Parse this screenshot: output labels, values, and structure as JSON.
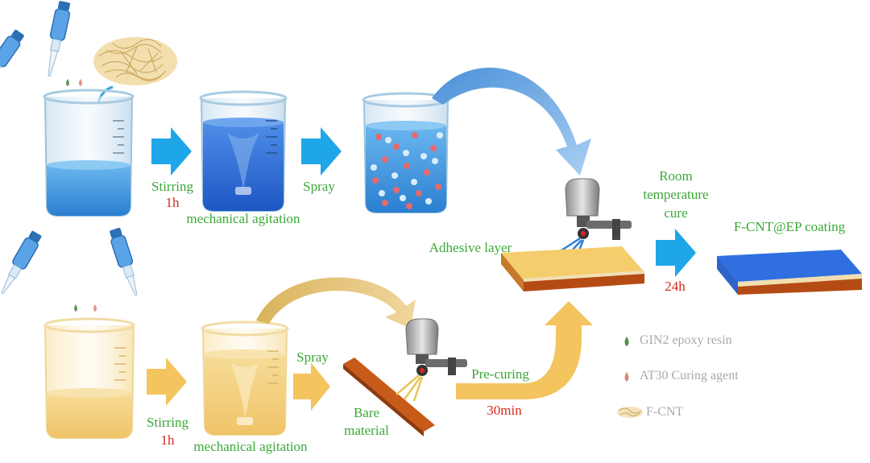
{
  "labels": {
    "stirring_top": "Stirring",
    "time_top": "1h",
    "agitation_top": "mechanical agitation",
    "spray_top": "Spray",
    "room_l1": "Room",
    "room_l2": "temperature",
    "room_l3": "cure",
    "coating": "F-CNT@EP coating",
    "adhesive": "Adhesive layer",
    "cure_time": "24h",
    "stirring_bottom": "Stirring",
    "time_bottom": "1h",
    "agitation_bottom": "mechanical agitation",
    "spray_bottom": "Spray",
    "bare_l1": "Bare",
    "bare_l2": "material",
    "precuring": "Pre-curing",
    "precure_time": "30min"
  },
  "legend": [
    {
      "icon": "green-drop-icon",
      "label": "GIN2 epoxy resin",
      "color": "#4f8f4a"
    },
    {
      "icon": "pink-drop-icon",
      "label": "AT30 Curing agent",
      "color": "#d98a7c"
    },
    {
      "icon": "cnt-icon",
      "label": "F-CNT",
      "color": "#e5c98a"
    }
  ]
}
